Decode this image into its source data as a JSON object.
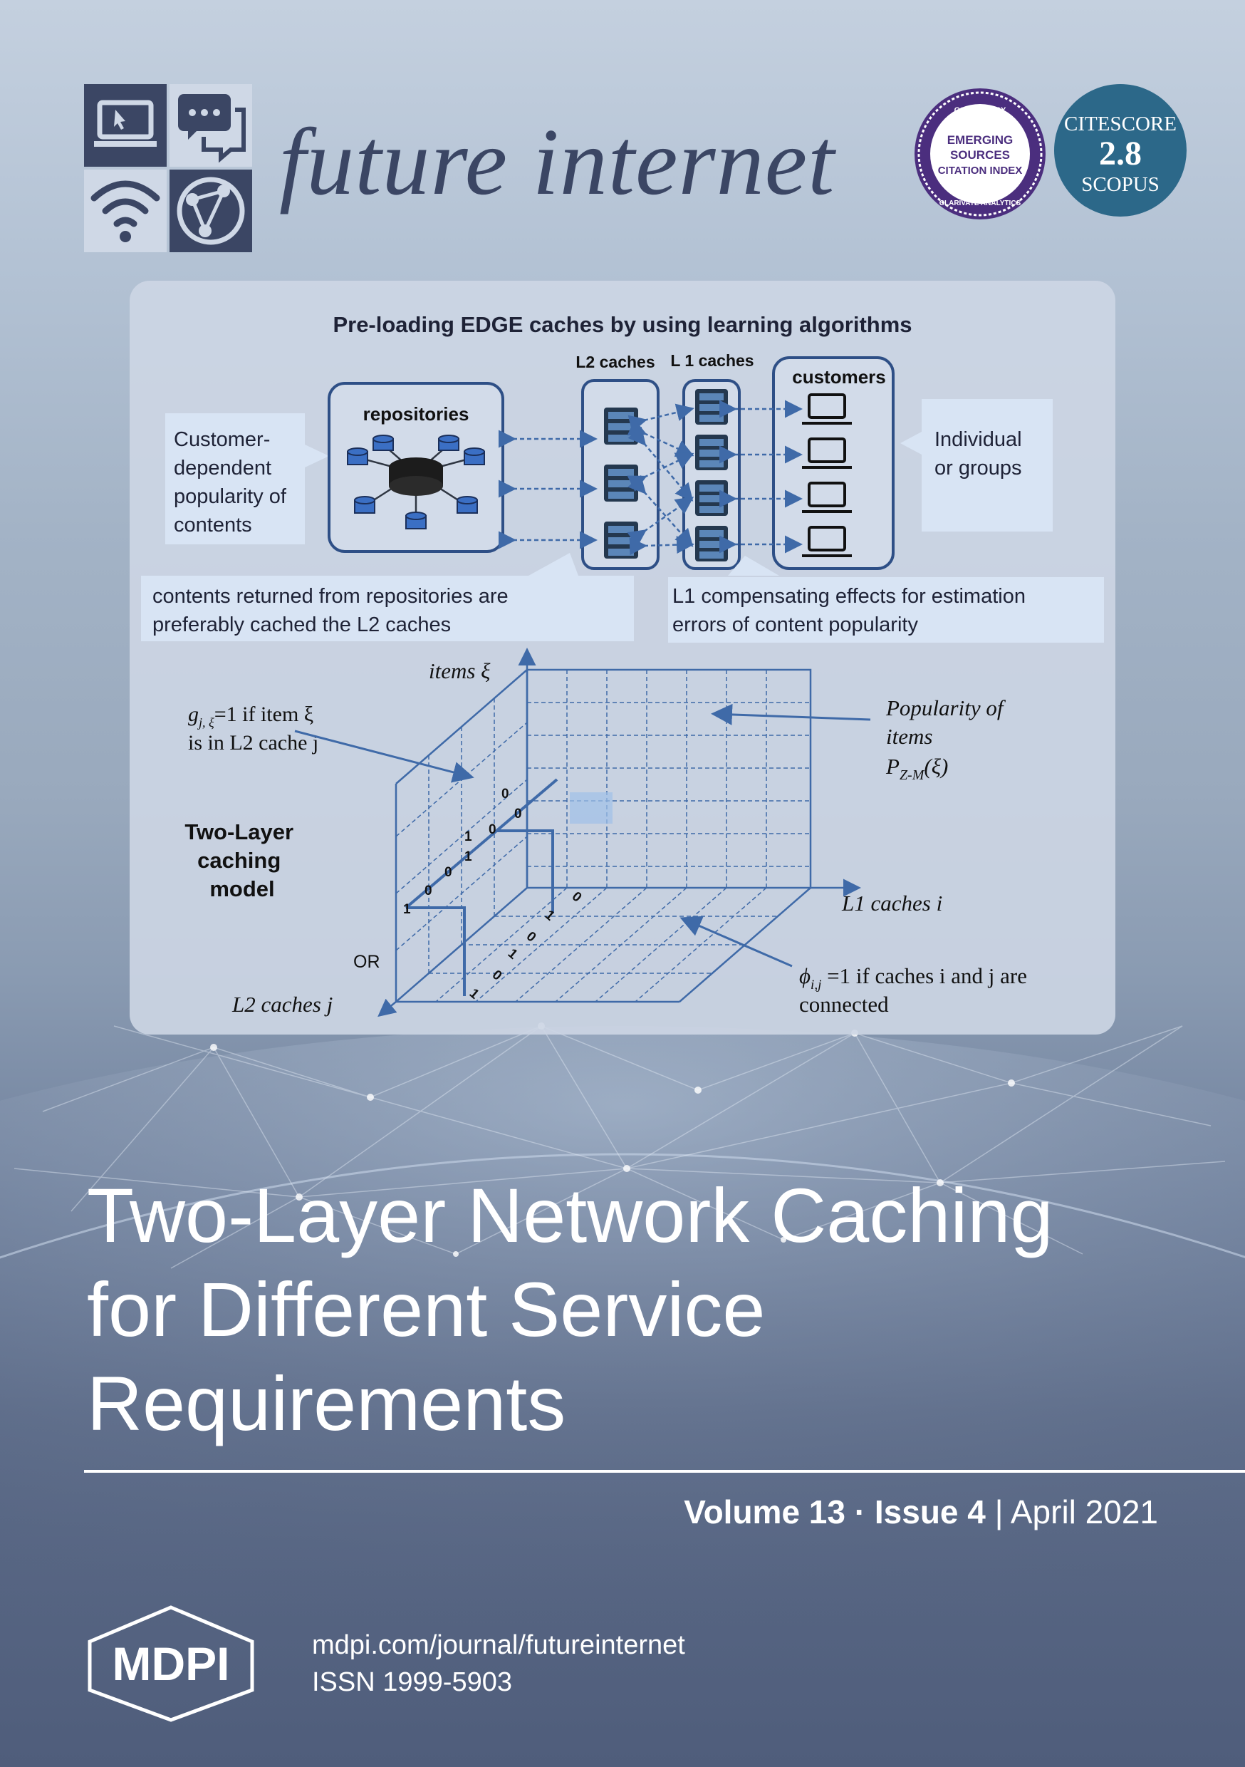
{
  "header": {
    "journal_title": "future internet",
    "esci_badge": {
      "top": "COVERED BY",
      "line1": "EMERGING",
      "line2": "SOURCES",
      "line3": "CITATION INDEX",
      "bottom": "CLARIVATE ANALYTICS"
    },
    "citescore": {
      "label": "CITESCORE",
      "value": "2.8",
      "source": "SCOPUS"
    }
  },
  "graphic": {
    "heading": "Pre-loading EDGE caches by using learning algorithms",
    "label_l2": "L2 caches",
    "label_l1": "L 1 caches",
    "label_customers": "customers",
    "label_repositories": "repositories",
    "note_left": [
      "Customer-",
      "dependent",
      "popularity of",
      "contents"
    ],
    "note_right": [
      "Individual",
      "or groups"
    ],
    "note_bottom_left": [
      "contents returned from repositories are",
      "preferably cached the L2 caches"
    ],
    "note_bottom_right": [
      "L1 compensating effects for estimation",
      "errors of content popularity"
    ],
    "axis_items": "items ξ",
    "g_formula_1": "g",
    "g_formula_sub": "j, ξ",
    "g_formula_2": "=1 if item ξ",
    "g_formula_3": "is in L2 cache j",
    "popularity_1": "Popularity of",
    "popularity_2": "items",
    "popularity_3": "P",
    "popularity_sub": "Z-M",
    "popularity_4": "(ξ)",
    "model_title": [
      "Two-Layer",
      "caching",
      "model"
    ],
    "axis_l1": "L1 caches i",
    "axis_l2": "L2 caches j",
    "or_label": "OR",
    "phi_1": "ϕ",
    "phi_sub": "i,j",
    "phi_2": " =1 if caches i and j are",
    "phi_3": "connected",
    "grid_digits": {
      "front": [
        "1",
        "0",
        "0",
        "1",
        "0"
      ],
      "bottom": [
        "1",
        "0",
        "1",
        "0",
        "1",
        "0"
      ]
    }
  },
  "article": {
    "title_lines": [
      "Two-Layer Network Caching",
      "for Different Service",
      "Requirements"
    ]
  },
  "issue": {
    "volume": "Volume 13",
    "sep": " · ",
    "issue": "Issue 4",
    "bar": " | ",
    "date": "April 2021"
  },
  "footer": {
    "publisher": "MDPI",
    "url": "mdpi.com/journal/futureinternet",
    "issn": "ISSN 1999-5903"
  }
}
